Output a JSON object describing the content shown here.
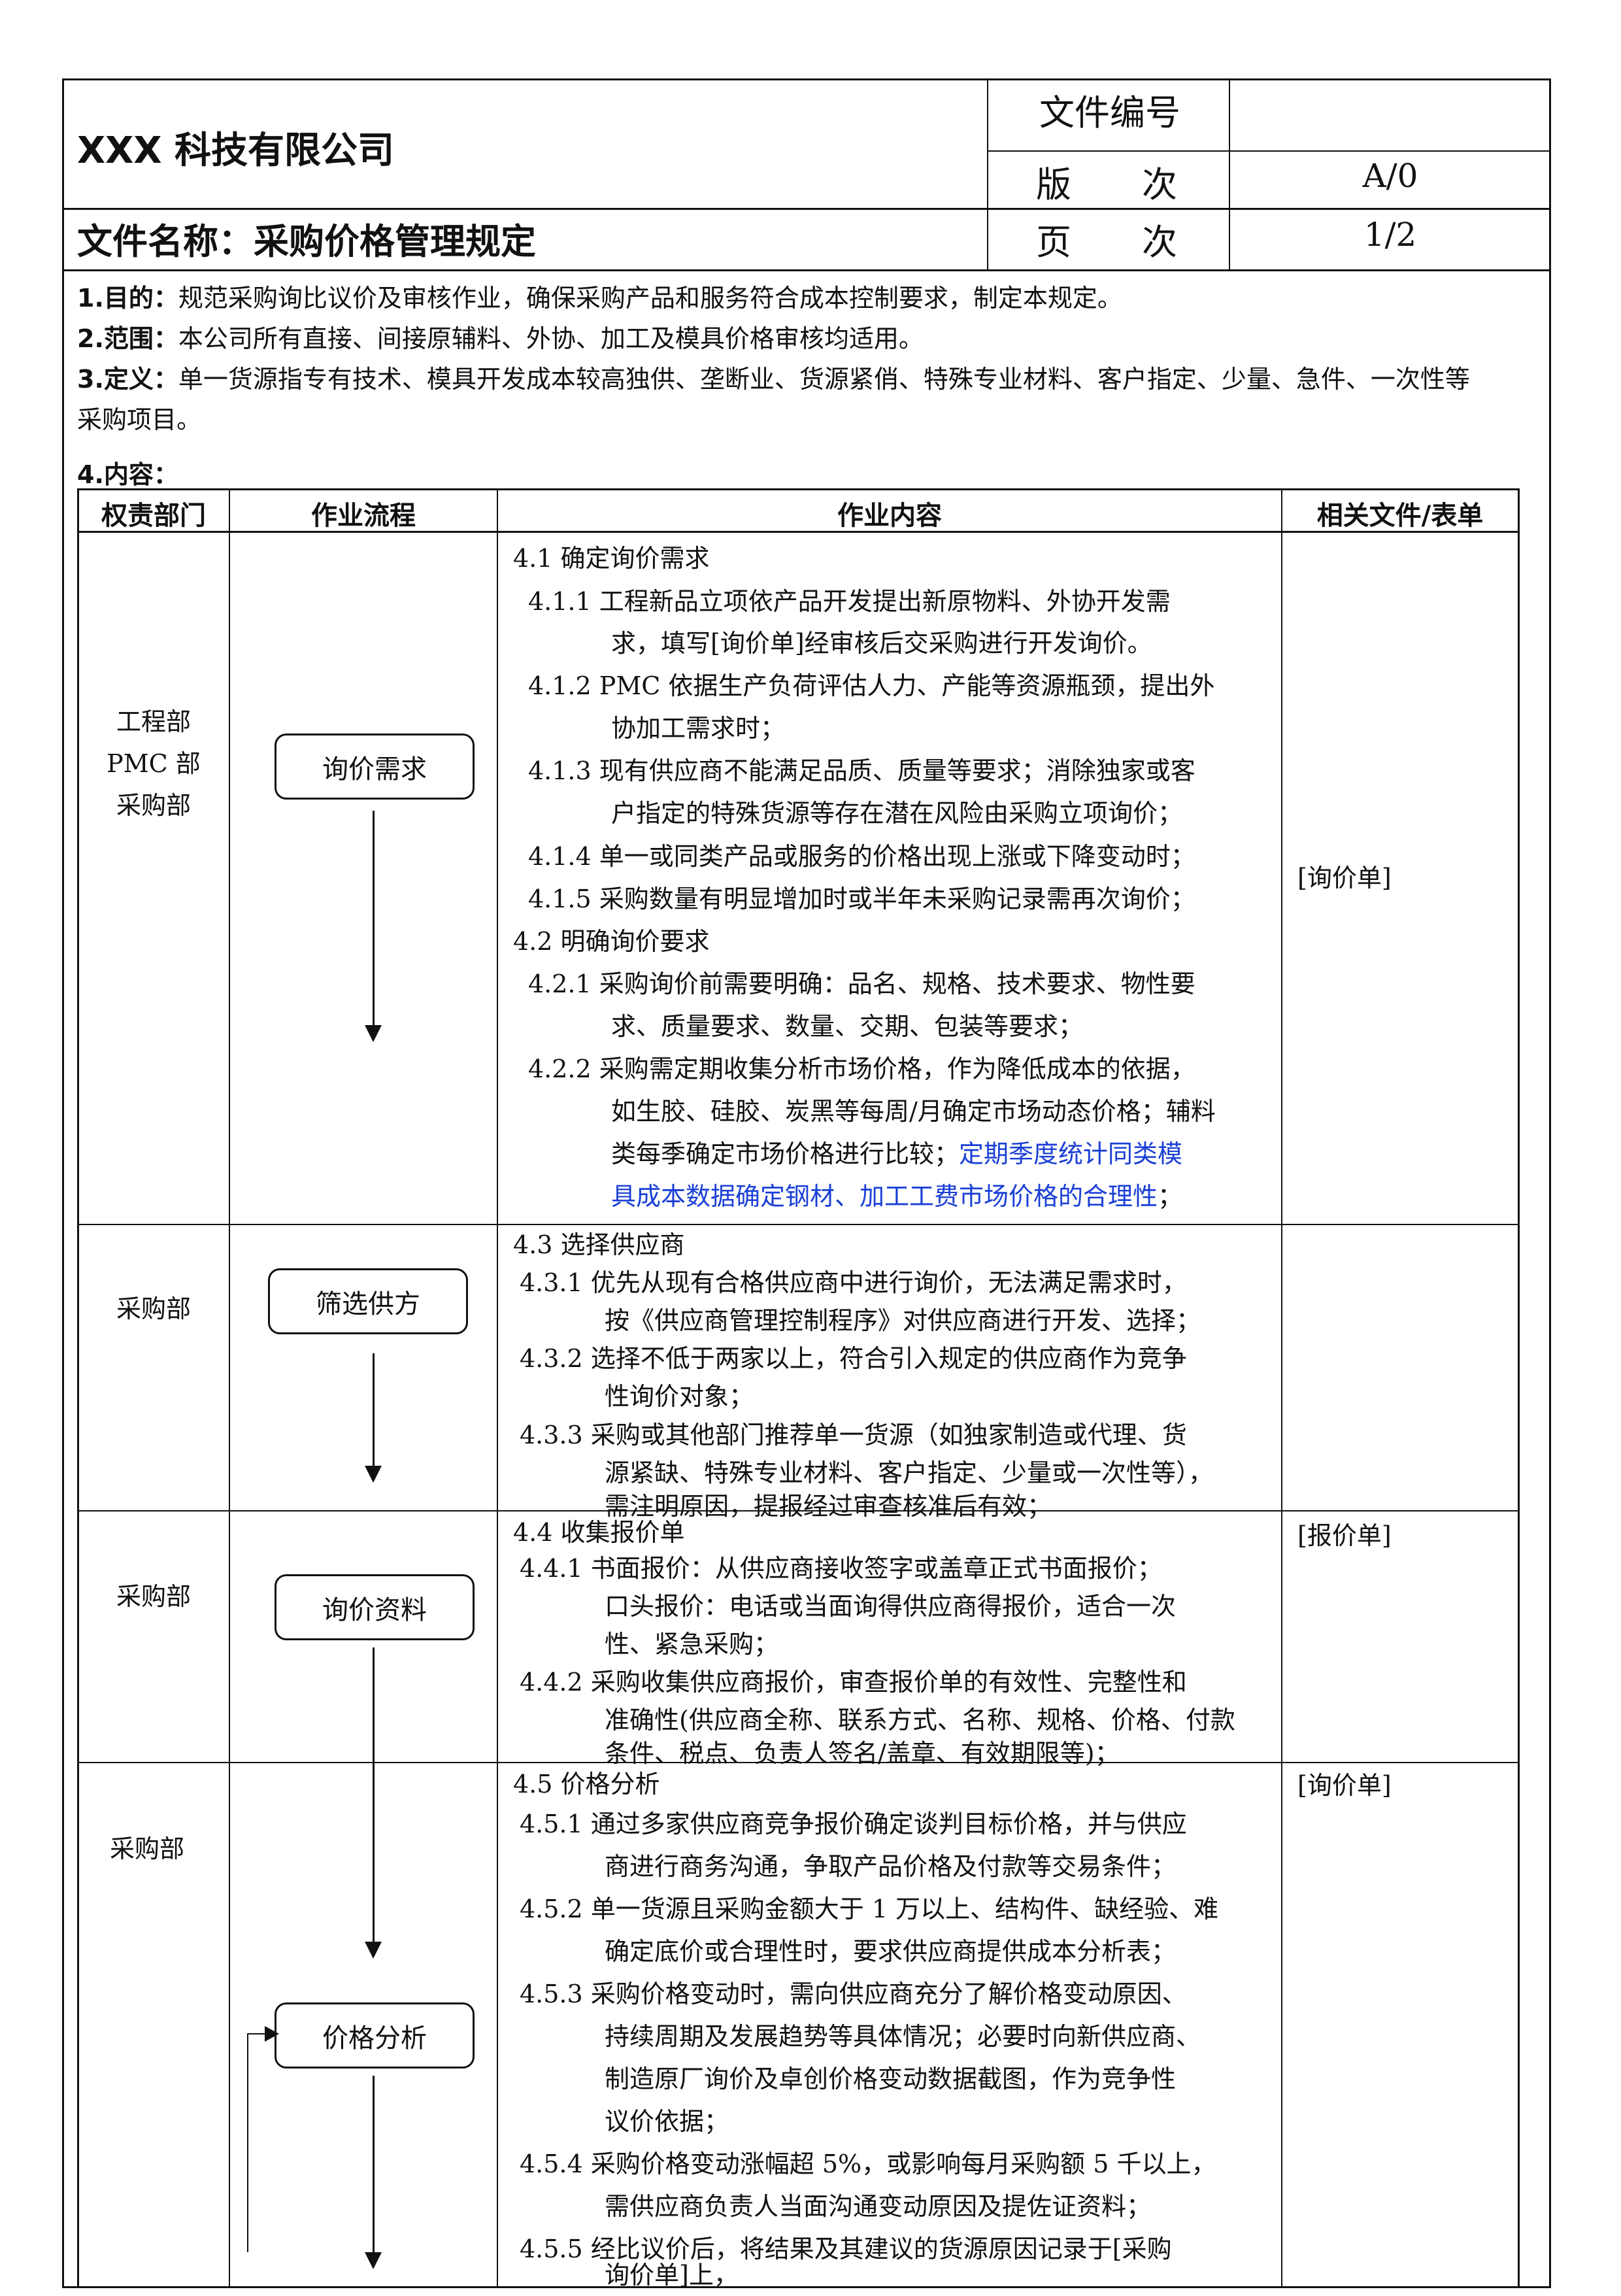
{
  "header": {
    "company": "XXX 科技有限公司",
    "file_name": "文件名称：采购价格管理规定",
    "doc_no_label": "文件编号",
    "doc_no_value": "",
    "version_label": "版　　次",
    "version_value": "A/0",
    "page_label": "页　　次",
    "page_value": "1/2"
  },
  "sections": {
    "purpose_label": "1.目的：",
    "purpose_text": "规范采购询比议价及审核作业，确保采购产品和服务符合成本控制要求，制定本规定。",
    "scope_label": "2.范围：",
    "scope_text": "本公司所有直接、间接原辅料、外协、加工及模具价格审核均适用。",
    "definition_label": "3.定义：",
    "definition_text_1": "单一货源指专有技术、模具开发成本较高独供、垄断业、货源紧俏、特殊专业材料、客户指定、少量、急件、一次性等",
    "definition_text_2": "采购项目。",
    "content_label": "4.内容："
  },
  "table": {
    "headers": [
      "权责部门",
      "作业流程",
      "作业内容",
      "相关文件/表单"
    ],
    "rows": [
      {
        "dept": [
          "工程部",
          "PMC 部",
          "采购部"
        ],
        "box": "询价需求",
        "ref": "[询价单]",
        "lines": [
          "4.1 确定询价需求",
          "4.1.1 工程新品立项依产品开发提出新原物料、外协开发需",
          "求，填写[询价单]经审核后交采购进行开发询价。",
          "4.1.2 PMC 依据生产负荷评估人力、产能等资源瓶颈，提出外",
          "协加工需求时；",
          "4.1.3 现有供应商不能满足品质、质量等要求；消除独家或客",
          "户指定的特殊货源等存在潜在风险由采购立项询价；",
          "4.1.4 单一或同类产品或服务的价格出现上涨或下降变动时；",
          "4.1.5 采购数量有明显增加时或半年未采购记录需再次询价；",
          "4.2 明确询价要求",
          "4.2.1 采购询价前需要明确：品名、规格、技术要求、物性要",
          "求、质量要求、数量、交期、包装等要求；",
          "4.2.2 采购需定期收集分析市场价格，作为降低成本的依据，",
          "如生胶、硅胶、炭黑等每周/月确定市场动态价格；辅料",
          "类每季确定市场价格进行比较；",
          "定期季度统计同类模",
          "具成本数据确定钢材、加工工费市场价格的合理性",
          "；"
        ]
      },
      {
        "dept": [
          "采购部"
        ],
        "box": "筛选供方",
        "ref": "",
        "lines": [
          "4.3 选择供应商",
          "4.3.1 优先从现有合格供应商中进行询价，无法满足需求时，",
          "按《供应商管理控制程序》对供应商进行开发、选择；",
          "4.3.2 选择不低于两家以上，符合引入规定的供应商作为竞争",
          "性询价对象；",
          "4.3.3 采购或其他部门推荐单一货源（如独家制造或代理、货",
          "源紧缺、特殊专业材料、客户指定、少量或一次性等），",
          "需注明原因，提报经过审查核准后有效；"
        ]
      },
      {
        "dept": [
          "采购部"
        ],
        "box": "询价资料",
        "ref": "[报价单]",
        "lines": [
          "4.4 收集报价单",
          "4.4.1 书面报价：从供应商接收签字或盖章正式书面报价；",
          "口头报价：电话或当面询得供应商得报价，适合一次",
          "性、紧急采购；",
          "4.4.2 采购收集供应商报价，审查报价单的有效性、完整性和",
          "准确性(供应商全称、联系方式、名称、规格、价格、付款",
          "条件、税点、负责人签名/盖章、有效期限等)；"
        ]
      },
      {
        "dept": [
          "采购部"
        ],
        "box": "价格分析",
        "ref": "[询价单]",
        "lines": [
          "4.5 价格分析",
          "4.5.1 通过多家供应商竞争报价确定谈判目标价格，并与供应",
          "商进行商务沟通，争取产品价格及付款等交易条件；",
          "4.5.2 单一货源且采购金额大于 1 万以上、结构件、缺经验、难",
          "确定底价或合理性时，要求供应商提供成本分析表；",
          "4.5.3 采购价格变动时，需向供应商充分了解价格变动原因、",
          "持续周期及发展趋势等具体情况；必要时向新供应商、",
          "制造原厂询价及卓创价格变动数据截图，作为竞争性",
          "议价依据；",
          "4.5.4 采购价格变动涨幅超 5%，或影响每月采购额 5 千以上，",
          "需供应商负责人当面沟通变动原因及提佐证资料；",
          "4.5.5 经比议价后，将结果及其建议的货源原因记录于[采购",
          "询价单]上，"
        ]
      }
    ]
  }
}
